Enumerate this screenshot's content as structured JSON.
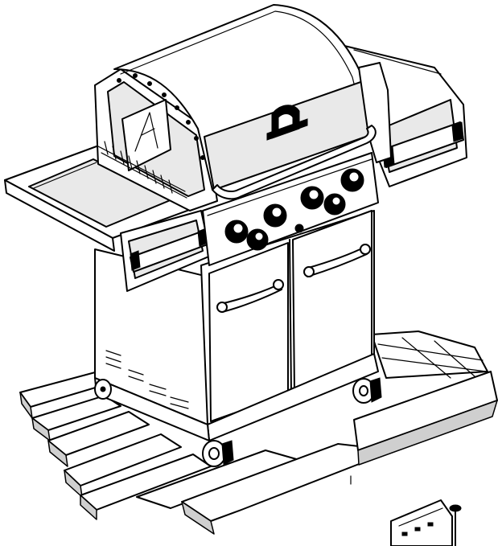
{
  "figure": {
    "kind": "line-art",
    "subject_icon": "gas-grill-on-wooden-deck-icon",
    "stroke_color": "#000000",
    "fill_color": "#ffffff",
    "shade_color": "#e9e9e9",
    "burner_knob_count": 6,
    "door_count": 2,
    "side_shelf_count": 2
  }
}
